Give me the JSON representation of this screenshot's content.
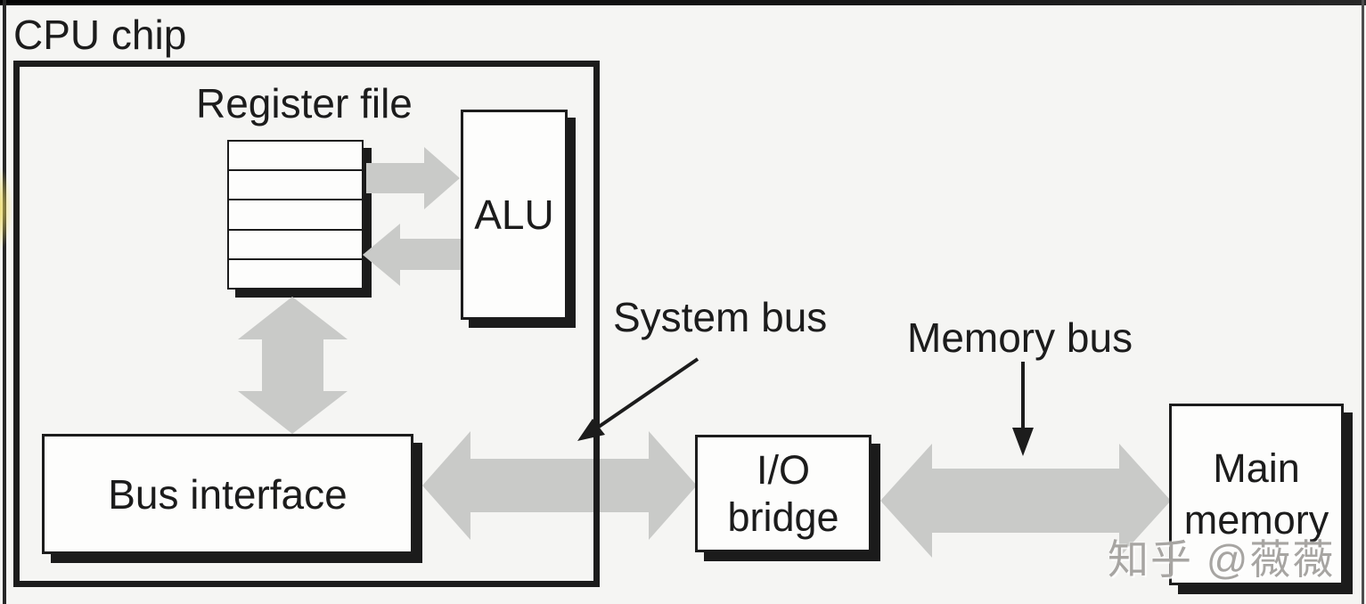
{
  "diagram": {
    "labels": {
      "cpu_chip": "CPU chip",
      "register_file": "Register file",
      "alu": "ALU",
      "bus_interface": "Bus interface",
      "system_bus": "System bus",
      "memory_bus": "Memory bus"
    },
    "io_bridge": {
      "line1": "I/O",
      "line2": "bridge"
    },
    "main_memory": {
      "line1": "Main",
      "line2": "memory"
    },
    "register_file": {
      "rows": 5
    },
    "watermark": "知乎 @薇薇",
    "colors": {
      "background": "#f5f5f3",
      "box_fill": "#fdfdfc",
      "ink": "#1c1c1c",
      "shadow": "#1b1b1b",
      "arrow_gray": "#c9cac8",
      "watermark_gray": "#a7a5a2"
    }
  }
}
